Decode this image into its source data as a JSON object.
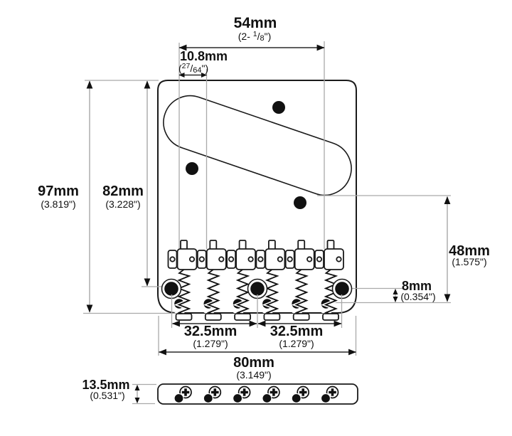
{
  "labels": {
    "spread": {
      "mm": "54mm",
      "in_prefix": "(2- ",
      "in_num": "1",
      "in_slash": "/",
      "in_den": "8",
      "in_suffix": "\")"
    },
    "spacing": {
      "mm": "10.8mm",
      "in_prefix": "(",
      "in_num": "27",
      "in_slash": "/",
      "in_den": "64",
      "in_suffix": "\")"
    },
    "plate_length": {
      "mm": "97mm",
      "in": "(3.819\")"
    },
    "top_to_rear_screws": {
      "mm": "82mm",
      "in": "(3.228\")"
    },
    "pickup_to_string_holes": {
      "mm": "48mm",
      "in": "(1.575\")"
    },
    "screw_to_string_holes": {
      "mm": "8mm",
      "in": "(0.354\")"
    },
    "screw_span_left": {
      "mm": "32.5mm",
      "in": "(1.279\")"
    },
    "screw_span_right": {
      "mm": "32.5mm",
      "in": "(1.279\")"
    },
    "plate_width": {
      "mm": "80mm",
      "in": "(3.149\")"
    },
    "side_height": {
      "mm": "13.5mm",
      "in": "(0.531\")"
    }
  },
  "parts": {
    "saddles": 6,
    "saddle_springs": 6,
    "string_holes": 6,
    "mounting_screw_holes": 3,
    "pickup_screw_holes": 3,
    "side_view_screws": 6
  },
  "colors": {
    "ink": "#111111",
    "outline": "#1a1a1a",
    "dimension_gray": "#a9a9a9",
    "background": "#ffffff"
  }
}
